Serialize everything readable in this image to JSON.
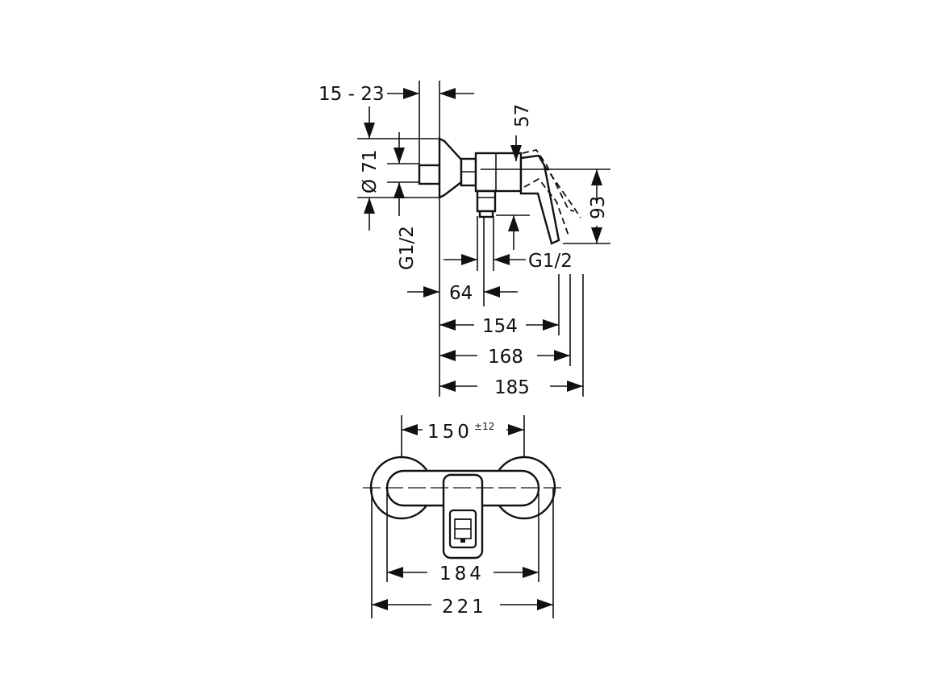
{
  "side_view": {
    "dim_wall_thickness": "15 - 23",
    "dim_diameter": "Ø 71",
    "dim_thread_inlet": "G1/2",
    "dim_lever_offset": "57",
    "dim_height": "93",
    "dim_thread_outlet": "G1/2",
    "dim_outlet_depth": "64",
    "dim_depth_1": "154",
    "dim_depth_2": "168",
    "dim_depth_3": "185"
  },
  "front_view": {
    "dim_centers": "150",
    "dim_centers_tolerance": "±12",
    "dim_body_width": "184",
    "dim_overall_width": "221"
  }
}
